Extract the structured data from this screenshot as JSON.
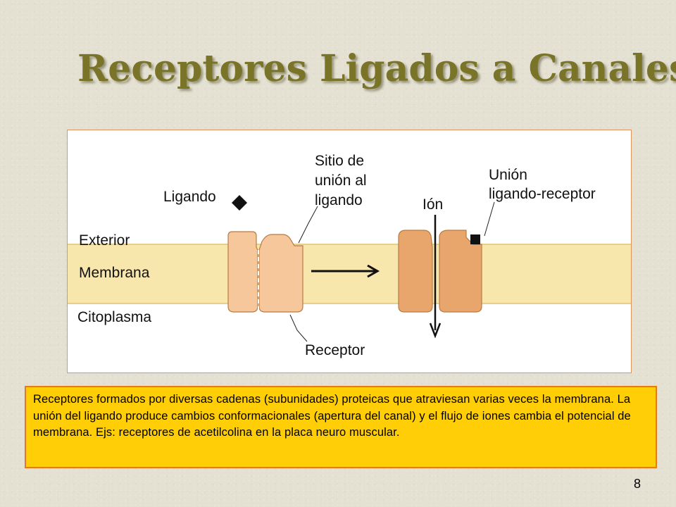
{
  "slide": {
    "title": "Receptores Ligados a Canales",
    "page_number": "8"
  },
  "diagram": {
    "labels": {
      "ligando": "Ligando",
      "sitio_line1": "Sitio de",
      "sitio_line2": "unión al",
      "sitio_line3": "ligando",
      "ion": "Ión",
      "union_line1": "Unión",
      "union_line2": "ligando-receptor",
      "exterior": "Exterior",
      "membrana": "Membrana",
      "citoplasma": "Citoplasma",
      "receptor": "Receptor"
    },
    "colors": {
      "membrane": "#f8e7ad",
      "membrane_edge": "#e7cf8a",
      "closed_channel": "#f5c79a",
      "open_channel": "#e9a66c",
      "channel_outline": "#b97a44"
    }
  },
  "caption": {
    "text": "Receptores formados por diversas cadenas (subunidades) proteicas que atraviesan varias veces la membrana. La unión del ligando produce cambios conformacionales (apertura del canal) y el flujo de iones cambia el potencial de membrana. Ejs: receptores de acetilcolina en la placa neuro muscular."
  }
}
